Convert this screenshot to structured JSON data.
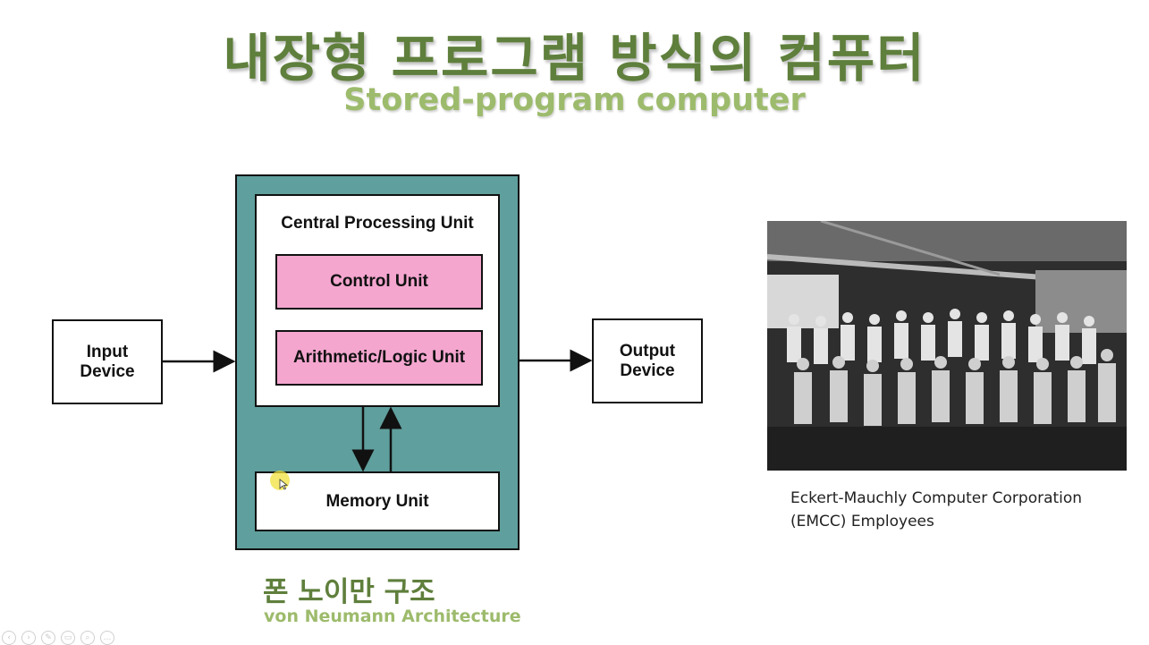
{
  "header": {
    "title_korean": "내장형 프로그램 방식의 컴퓨터",
    "title_english": "Stored-program computer"
  },
  "diagram": {
    "input_device": "Input\nDevice",
    "output_device": "Output\nDevice",
    "cpu_label": "Central Processing Unit",
    "control_unit": "Control Unit",
    "alu": "Arithmetic/Logic Unit",
    "memory_unit": "Memory Unit",
    "colors": {
      "teal": "#5f9f9d",
      "pink": "#f4a6cf"
    }
  },
  "photo": {
    "caption": "Eckert-Mauchly Computer Corporation\n(EMCC) Employees"
  },
  "footer": {
    "subtitle_korean": "폰 노이만 구조",
    "subtitle_english": "von Neumann Architecture"
  },
  "colors": {
    "title_dark_green": "#5f7f3c",
    "title_light_green": "#9dbb6c"
  },
  "toolbar_icons": [
    "arrow-left-icon",
    "arrow-right-icon",
    "pen-icon",
    "copy-icon",
    "zoom-icon",
    "more-icon"
  ]
}
